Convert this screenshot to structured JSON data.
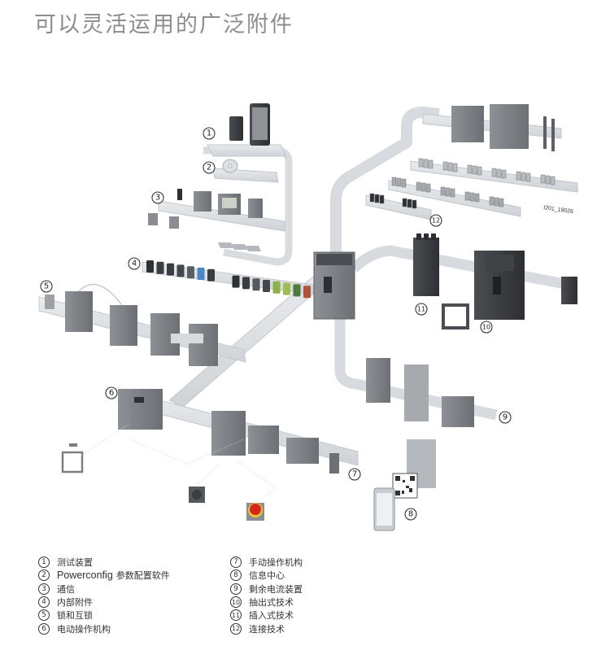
{
  "title": "可以灵活运用的广泛附件",
  "image_reference": "I201_19026",
  "colors": {
    "rail": "#dfe2e5",
    "rail_edge": "#c3c7cb",
    "device": "#7b7f84",
    "device_dark": "#3b3e42",
    "device_light": "#b9bdc1",
    "handle_red": "#d2281c",
    "handle_yellow": "#f1c232",
    "accent_blue": "#4a86c8",
    "accent_green": "#8bb34a"
  },
  "callouts": [
    {
      "num": "1"
    },
    {
      "num": "2"
    },
    {
      "num": "3"
    },
    {
      "num": "4"
    },
    {
      "num": "5"
    },
    {
      "num": "6"
    },
    {
      "num": "7"
    },
    {
      "num": "8"
    },
    {
      "num": "9"
    },
    {
      "num": "10"
    },
    {
      "num": "11"
    },
    {
      "num": "12"
    }
  ],
  "legend": {
    "left": [
      {
        "num": "1",
        "label": "测试装置",
        "latin": ""
      },
      {
        "num": "2",
        "label": "参数配置软件",
        "latin": "Powerconfig"
      },
      {
        "num": "3",
        "label": "通信",
        "latin": ""
      },
      {
        "num": "4",
        "label": "内部附件",
        "latin": ""
      },
      {
        "num": "5",
        "label": "锁和互锁",
        "latin": ""
      },
      {
        "num": "6",
        "label": "电动操作机构",
        "latin": ""
      }
    ],
    "right": [
      {
        "num": "7",
        "label": "手动操作机构",
        "latin": ""
      },
      {
        "num": "8",
        "label": "信息中心",
        "latin": ""
      },
      {
        "num": "9",
        "label": "剩余电流装置",
        "latin": ""
      },
      {
        "num": "10",
        "label": "抽出式技术",
        "latin": ""
      },
      {
        "num": "11",
        "label": "插入式技术",
        "latin": ""
      },
      {
        "num": "12",
        "label": "连接技术",
        "latin": ""
      }
    ]
  }
}
